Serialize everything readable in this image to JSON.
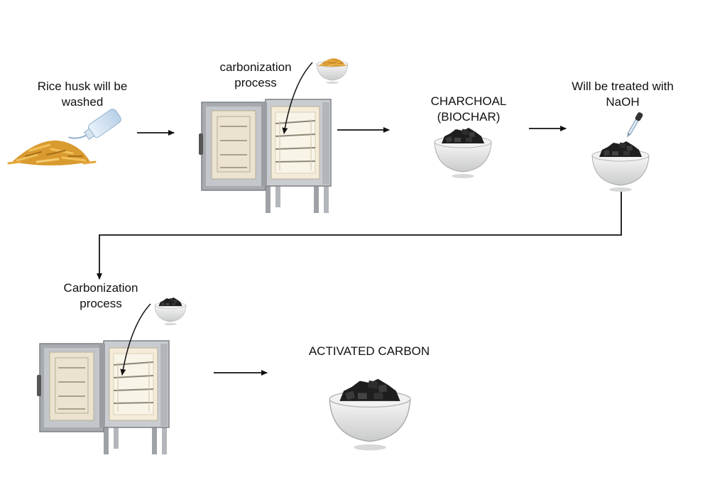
{
  "labels": {
    "rice_husk_washed": "Rice husk will be washed",
    "carbonization_1": "carbonization process",
    "charcoal": "CHARCHOAL (BIOCHAR)",
    "naoh": "Will be treated with NaOH",
    "carbonization_2": "Carbonization process",
    "activated_carbon": "ACTIVATED CARBON"
  },
  "colors": {
    "husk": "#e0a63a",
    "husk_dark": "#b07a1c",
    "furnace_body": "#b9bcc0",
    "furnace_inner": "#f3ead6",
    "char": "#222222",
    "bowl": "#e9eaea",
    "arrow": "#111111"
  }
}
